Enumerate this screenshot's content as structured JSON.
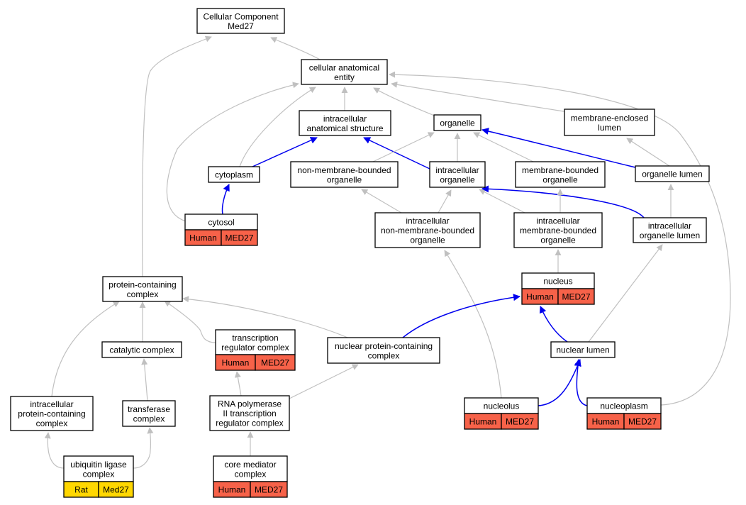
{
  "graph": {
    "edge_colors": {
      "default": "#c0c0c0",
      "highlight": "#0000ee"
    },
    "badge_colors": {
      "Human": "#f76249",
      "Rat": "#ffd700"
    },
    "nodes": [
      {
        "id": "cc_root",
        "lines": [
          "Cellular Component",
          "Med27"
        ]
      },
      {
        "id": "cellular_anatomical_entity",
        "lines": [
          "cellular anatomical",
          "entity"
        ]
      },
      {
        "id": "intracellular_anatomical_structure",
        "lines": [
          "intracellular",
          "anatomical structure"
        ]
      },
      {
        "id": "organelle",
        "lines": [
          "organelle"
        ]
      },
      {
        "id": "membrane_enclosed_lumen",
        "lines": [
          "membrane-enclosed",
          "lumen"
        ]
      },
      {
        "id": "cytoplasm",
        "lines": [
          "cytoplasm"
        ]
      },
      {
        "id": "non_membrane_bounded_organelle",
        "lines": [
          "non-membrane-bounded",
          "organelle"
        ]
      },
      {
        "id": "intracellular_organelle",
        "lines": [
          "intracellular",
          "organelle"
        ]
      },
      {
        "id": "membrane_bounded_organelle",
        "lines": [
          "membrane-bounded",
          "organelle"
        ]
      },
      {
        "id": "organelle_lumen",
        "lines": [
          "organelle lumen"
        ]
      },
      {
        "id": "cytosol",
        "lines": [
          "cytosol"
        ],
        "badge": [
          "Human",
          "MED27"
        ]
      },
      {
        "id": "intracellular_non_membrane_bounded_organelle",
        "lines": [
          "intracellular",
          "non-membrane-bounded",
          "organelle"
        ]
      },
      {
        "id": "intracellular_membrane_bounded_organelle",
        "lines": [
          "intracellular",
          "membrane-bounded",
          "organelle"
        ]
      },
      {
        "id": "intracellular_organelle_lumen",
        "lines": [
          "intracellular",
          "organelle lumen"
        ]
      },
      {
        "id": "protein_containing_complex",
        "lines": [
          "protein-containing",
          "complex"
        ]
      },
      {
        "id": "nucleus",
        "lines": [
          "nucleus"
        ],
        "badge": [
          "Human",
          "MED27"
        ]
      },
      {
        "id": "transcription_regulator_complex",
        "lines": [
          "transcription",
          "regulator complex"
        ],
        "badge": [
          "Human",
          "MED27"
        ]
      },
      {
        "id": "catalytic_complex",
        "lines": [
          "catalytic complex"
        ]
      },
      {
        "id": "nuclear_protein_containing_complex",
        "lines": [
          "nuclear protein-containing",
          "complex"
        ]
      },
      {
        "id": "nuclear_lumen",
        "lines": [
          "nuclear lumen"
        ]
      },
      {
        "id": "intracellular_protein_containing_complex",
        "lines": [
          "intracellular",
          "protein-containing",
          "complex"
        ]
      },
      {
        "id": "transferase_complex",
        "lines": [
          "transferase",
          "complex"
        ]
      },
      {
        "id": "rna_polymerase_ii_transcription_regulator_complex",
        "lines": [
          "RNA polymerase",
          "II transcription",
          "regulator complex"
        ]
      },
      {
        "id": "nucleolus",
        "lines": [
          "nucleolus"
        ],
        "badge": [
          "Human",
          "MED27"
        ]
      },
      {
        "id": "nucleoplasm",
        "lines": [
          "nucleoplasm"
        ],
        "badge": [
          "Human",
          "MED27"
        ]
      },
      {
        "id": "ubiquitin_ligase_complex",
        "lines": [
          "ubiquitin ligase",
          "complex"
        ],
        "badge": [
          "Rat",
          "Med27"
        ]
      },
      {
        "id": "core_mediator_complex",
        "lines": [
          "core mediator",
          "complex"
        ],
        "badge": [
          "Human",
          "MED27"
        ]
      }
    ],
    "edges": [
      {
        "from": "cellular_anatomical_entity",
        "to": "cc_root",
        "highlight": false
      },
      {
        "from": "protein_containing_complex",
        "to": "cc_root",
        "highlight": false
      },
      {
        "from": "intracellular_anatomical_structure",
        "to": "cellular_anatomical_entity",
        "highlight": false
      },
      {
        "from": "organelle",
        "to": "cellular_anatomical_entity",
        "highlight": false
      },
      {
        "from": "membrane_enclosed_lumen",
        "to": "cellular_anatomical_entity",
        "highlight": false
      },
      {
        "from": "cytoplasm",
        "to": "cellular_anatomical_entity",
        "highlight": false
      },
      {
        "from": "cytosol",
        "to": "cellular_anatomical_entity",
        "highlight": false
      },
      {
        "from": "nucleoplasm",
        "to": "cellular_anatomical_entity",
        "highlight": false
      },
      {
        "from": "cytoplasm",
        "to": "intracellular_anatomical_structure",
        "highlight": true
      },
      {
        "from": "intracellular_organelle",
        "to": "intracellular_anatomical_structure",
        "highlight": true
      },
      {
        "from": "non_membrane_bounded_organelle",
        "to": "organelle",
        "highlight": false
      },
      {
        "from": "intracellular_organelle",
        "to": "organelle",
        "highlight": false
      },
      {
        "from": "membrane_bounded_organelle",
        "to": "organelle",
        "highlight": false
      },
      {
        "from": "organelle_lumen",
        "to": "organelle",
        "highlight": true
      },
      {
        "from": "organelle_lumen",
        "to": "membrane_enclosed_lumen",
        "highlight": false
      },
      {
        "from": "cytosol",
        "to": "cytoplasm",
        "highlight": true
      },
      {
        "from": "intracellular_non_membrane_bounded_organelle",
        "to": "non_membrane_bounded_organelle",
        "highlight": false
      },
      {
        "from": "intracellular_non_membrane_bounded_organelle",
        "to": "intracellular_organelle",
        "highlight": false
      },
      {
        "from": "intracellular_membrane_bounded_organelle",
        "to": "intracellular_organelle",
        "highlight": false
      },
      {
        "from": "intracellular_organelle_lumen",
        "to": "intracellular_organelle",
        "highlight": true
      },
      {
        "from": "intracellular_membrane_bounded_organelle",
        "to": "membrane_bounded_organelle",
        "highlight": false
      },
      {
        "from": "intracellular_organelle_lumen",
        "to": "organelle_lumen",
        "highlight": false
      },
      {
        "from": "nucleolus",
        "to": "intracellular_non_membrane_bounded_organelle",
        "highlight": false
      },
      {
        "from": "nucleus",
        "to": "intracellular_membrane_bounded_organelle",
        "highlight": false
      },
      {
        "from": "nuclear_lumen",
        "to": "intracellular_organelle_lumen",
        "highlight": false
      },
      {
        "from": "nuclear_lumen",
        "to": "nucleus",
        "highlight": true
      },
      {
        "from": "nuclear_protein_containing_complex",
        "to": "nucleus",
        "highlight": true
      },
      {
        "from": "nucleolus",
        "to": "nuclear_lumen",
        "highlight": true
      },
      {
        "from": "nucleoplasm",
        "to": "nuclear_lumen",
        "highlight": true
      },
      {
        "from": "transcription_regulator_complex",
        "to": "protein_containing_complex",
        "highlight": false
      },
      {
        "from": "catalytic_complex",
        "to": "protein_containing_complex",
        "highlight": false
      },
      {
        "from": "intracellular_protein_containing_complex",
        "to": "protein_containing_complex",
        "highlight": false
      },
      {
        "from": "nuclear_protein_containing_complex",
        "to": "protein_containing_complex",
        "highlight": false
      },
      {
        "from": "transferase_complex",
        "to": "catalytic_complex",
        "highlight": false
      },
      {
        "from": "rna_polymerase_ii_transcription_regulator_complex",
        "to": "transcription_regulator_complex",
        "highlight": false
      },
      {
        "from": "rna_polymerase_ii_transcription_regulator_complex",
        "to": "nuclear_protein_containing_complex",
        "highlight": false
      },
      {
        "from": "core_mediator_complex",
        "to": "rna_polymerase_ii_transcription_regulator_complex",
        "highlight": false
      },
      {
        "from": "ubiquitin_ligase_complex",
        "to": "intracellular_protein_containing_complex",
        "highlight": false
      },
      {
        "from": "ubiquitin_ligase_complex",
        "to": "transferase_complex",
        "highlight": false
      }
    ]
  }
}
